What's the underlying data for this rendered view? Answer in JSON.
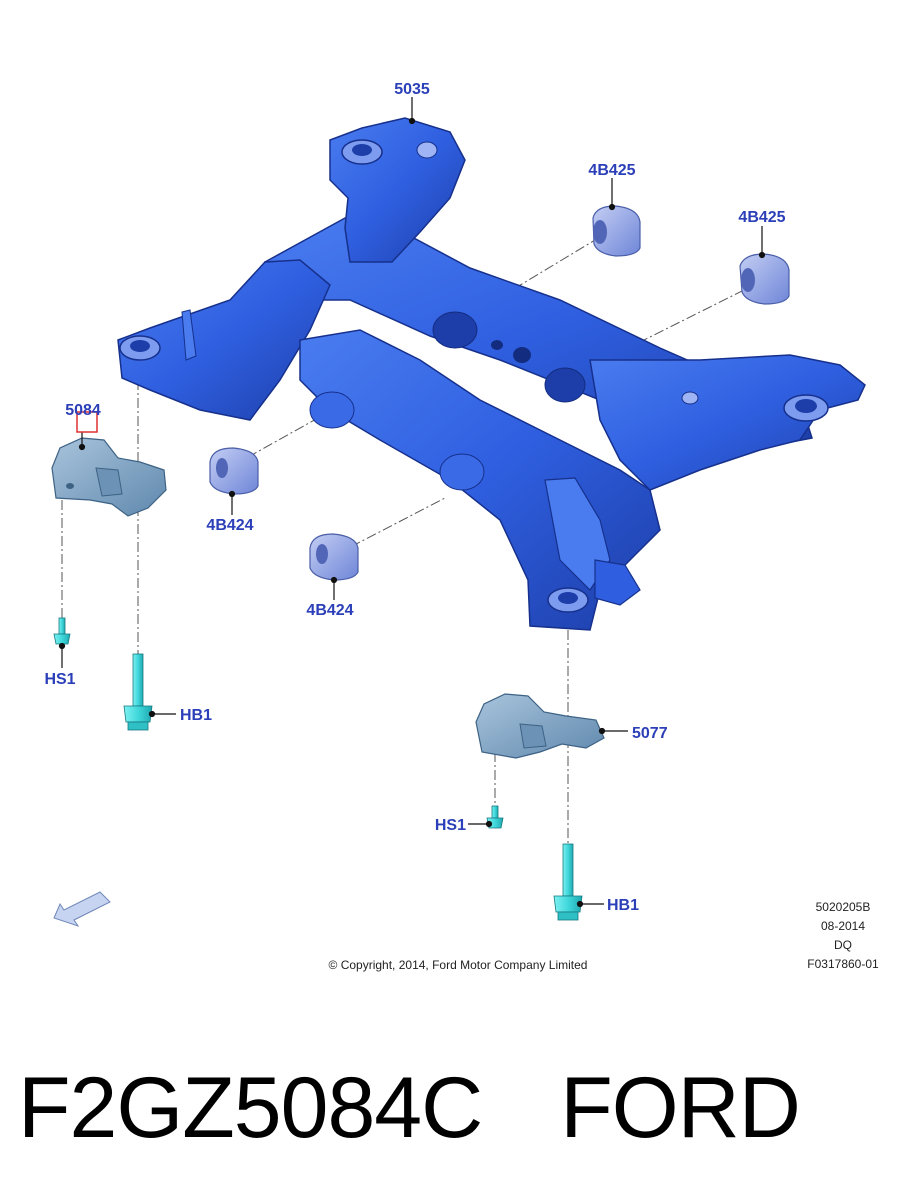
{
  "callouts": {
    "c5035": "5035",
    "c4B425a": "4B425",
    "c4B425b": "4B425",
    "c5084": "5084",
    "c4B424a": "4B424",
    "c4B424b": "4B424",
    "cHS1a": "HS1",
    "cHB1a": "HB1",
    "c5077": "5077",
    "cHS1b": "HS1",
    "cHB1b": "HB1"
  },
  "meta": {
    "drawing_number": "5020205B",
    "date": "08-2014",
    "code": "DQ",
    "figure": "F0317860-01"
  },
  "copyright": "© Copyright, 2014, Ford Motor Company Limited",
  "caption": {
    "part_number": "F2GZ5084C",
    "brand": "FORD"
  },
  "colors": {
    "subframe": "#2f5fe0",
    "subframe_dark": "#1d3ea8",
    "bushing": "#8ea2e8",
    "bracket": "#7da3c8",
    "fastener": "#40d8dc",
    "callout_text": "#2b3fb8",
    "highlight": "#e03030"
  }
}
